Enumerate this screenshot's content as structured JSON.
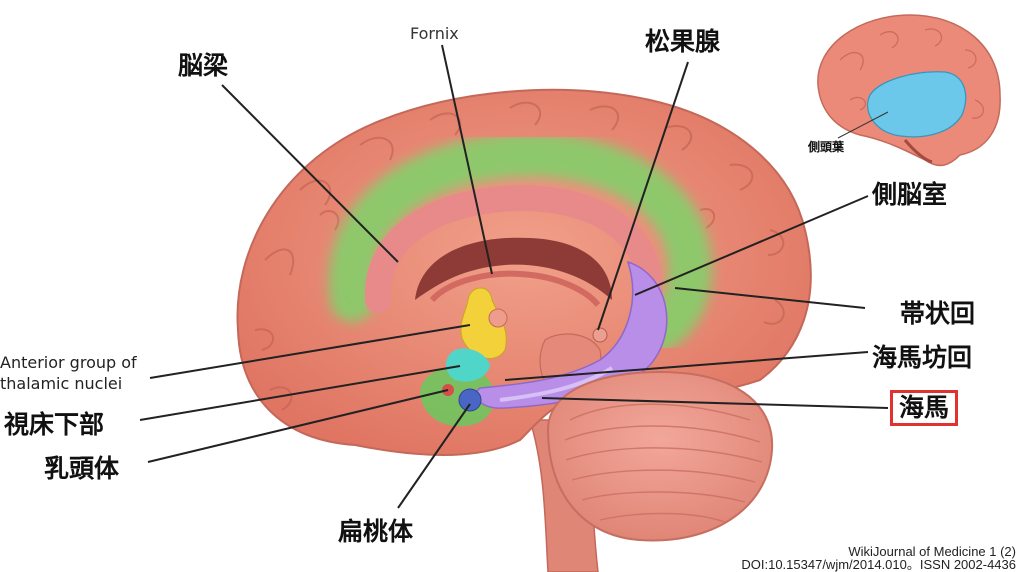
{
  "labels": {
    "corpus_callosum": "脳梁",
    "fornix": "Fornix",
    "pineal": "松果腺",
    "lateral_ventricle": "側脳室",
    "cingulate": "帯状回",
    "parahippocampal": "海馬坊回",
    "hippocampus": "海馬",
    "anterior_thalamic": [
      "Anterior group of",
      "thalamic nuclei"
    ],
    "hypothalamus": "視床下部",
    "mammillary": "乳頭体",
    "amygdala": "扁桃体",
    "temporal_lobe": "側頭葉"
  },
  "credit": {
    "line1": "WikiJournal of Medicine 1 (2)",
    "line2": "DOI:10.15347/wjm/2014.010。ISSN 2002-4436"
  },
  "colors": {
    "brain": "#e8826e",
    "cingulate": "#7fd36a",
    "hippocampus": "#b98ee8",
    "thalamus": "#f2d13a",
    "hypothalamus": "#4fd6c8",
    "temporal_lobe": "#6cc8ea",
    "highlight_box": "#e0322f"
  }
}
